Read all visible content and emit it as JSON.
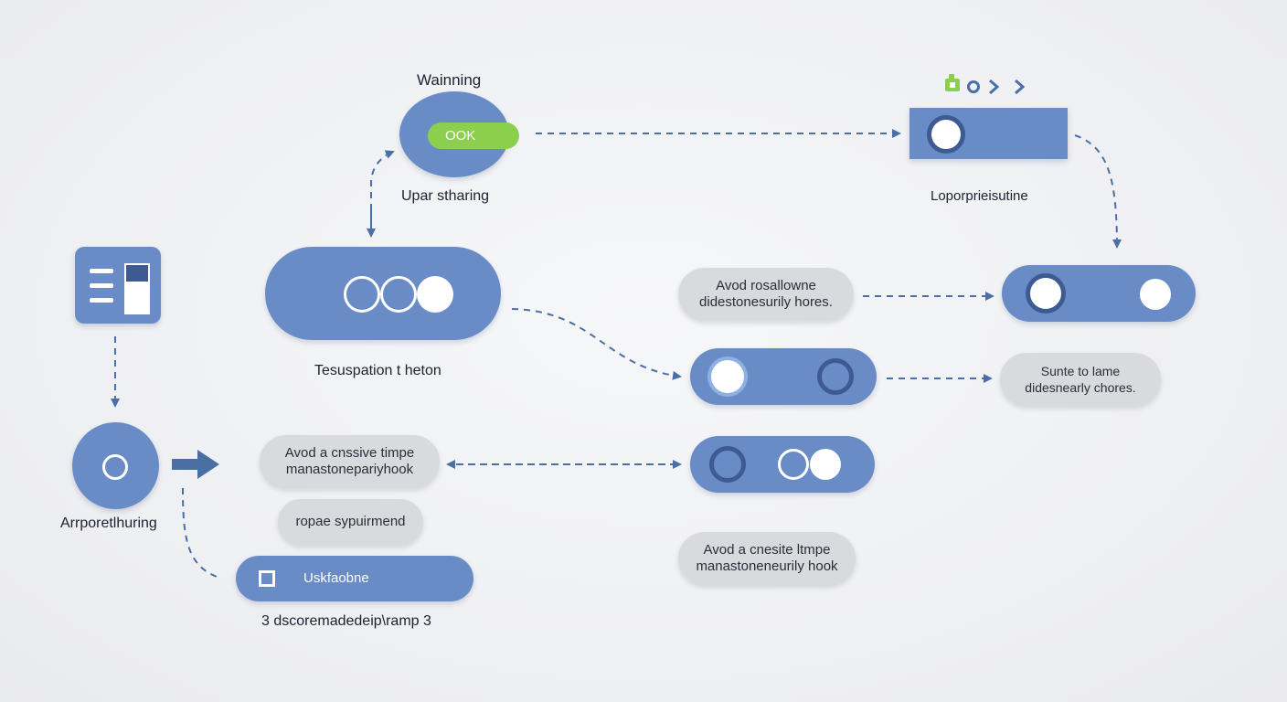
{
  "colors": {
    "node_blue": "#6a8cc6",
    "dark_ring": "#3d5a92",
    "link": "#4a6fa5",
    "ok_green": "#8ccf4d",
    "pill_gray": "#d8dadd"
  },
  "top_node": {
    "title": "Wainning",
    "button_label": "OOK",
    "caption": "Upar stharing"
  },
  "top_right": {
    "icons": [
      "lock-icon",
      "circle-icon",
      "chevron-right-icon",
      "chevron-right-icon"
    ],
    "caption": "Loporprieisutine"
  },
  "large_node": {
    "caption": "Tesuspation t heton"
  },
  "left_column": {
    "icon": "list-panel-icon",
    "circle_caption": "Arrporetlhuring"
  },
  "gray_pills": {
    "right_top": [
      "Avod rosallowne",
      "didestonesurily hores."
    ],
    "right_mid": [
      "Sunte to lame",
      "didesnearly chores."
    ],
    "left_a": [
      "Avod a cnssive timpe",
      "manastonepariyhook"
    ],
    "left_b": [
      "ropae sypuirmend"
    ],
    "bottom_mid": [
      "Avod a cnesite ltmpe",
      "manastoneneurily hook"
    ]
  },
  "checkbox_button": {
    "label": "Uskfaobne"
  },
  "bottom_caption": "3 dscoremadedeip\\ramp 3"
}
